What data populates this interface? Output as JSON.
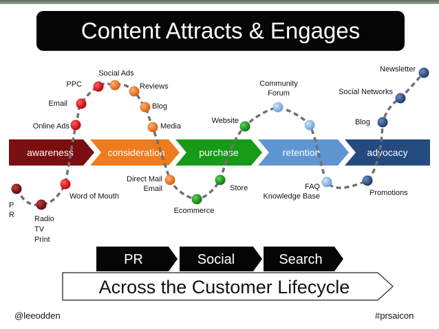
{
  "title": "Content Attracts & Engages",
  "stages": [
    {
      "name": "awareness",
      "color": "#7a0e10"
    },
    {
      "name": "consideration",
      "color": "#ee7b1e"
    },
    {
      "name": "purchase",
      "color": "#169a18"
    },
    {
      "name": "retention",
      "color": "#5f96d2"
    },
    {
      "name": "advocacy",
      "color": "#254a80"
    }
  ],
  "labels": {
    "pr_left": "P\nR",
    "radio": "Radio\nTV\nPrint",
    "word_of_mouth": "Word of Mouth",
    "online_ads": "Online Ads",
    "email": "Email",
    "ppc": "PPC",
    "social_ads": "Social Ads",
    "reviews": "Reviews",
    "blog_consideration": "Blog",
    "media": "Media",
    "direct_mail": "Direct Mail\nEmail",
    "ecommerce": "Ecommerce",
    "store": "Store",
    "website": "Website",
    "community_forum": "Community\nForum",
    "faq": "FAQ\nKnowledge Base",
    "blog_advocacy": "Blog",
    "promotions": "Promotions",
    "social_networks": "Social Networks",
    "newsletter": "Newsletter"
  },
  "channels": [
    "PR",
    "Social",
    "Search"
  ],
  "lifecycle_banner": "Across the Customer Lifecycle",
  "footer_left": "@leeodden",
  "footer_right": "#prsaicon",
  "colors": {
    "dark_red": "#7a0e10",
    "red": "#e0141c",
    "orange": "#ee7b1e",
    "green": "#169a18",
    "light_blue": "#8db4e2",
    "dark_blue": "#254a80",
    "connector": "#707070"
  }
}
